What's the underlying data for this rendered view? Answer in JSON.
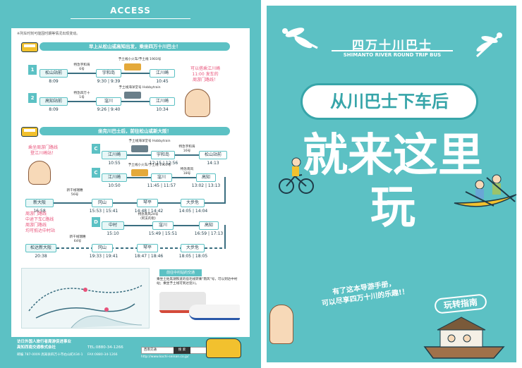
{
  "left": {
    "access_title": "ACCESS",
    "note": "※列车时刻可能因时期等情况出现变动。",
    "banner1": "早上从松山或高知出发，乘坐四万十川巴士！",
    "banner2": "坐完川巴士后，前往松山或新大阪！",
    "route1": {
      "num": "1",
      "start": "松山站前",
      "start_time": "8:09",
      "mid_small": "特急宇和海\n6号",
      "station1": "宇和岛",
      "station1_time": "9:30 | 9:39",
      "train_label": "予土线小火车/予土线 1903号",
      "station2": "江川崎",
      "station2_time": "10:45"
    },
    "route2": {
      "num": "2",
      "start": "高知站前",
      "start_time": "8:09",
      "mid_small": "特急四万十\n1号",
      "station1": "窪川",
      "station1_time": "9:26 | 9:40",
      "train_label": "予土线海洋堂号 Hobbytrain",
      "station2": "江川崎",
      "station2_time": "10:34"
    },
    "note_right": "可以搭乘江川崎\n11:00 发车的\n周游门路线！",
    "route_c1": {
      "label": "C",
      "start": "江川崎",
      "start_time": "10:55",
      "train_label": "予土线海洋堂号 Hobbytrain",
      "station1": "宇和岛",
      "station1_time": "12:15 | 12:56",
      "small": "特急宇和海\n16号",
      "station2": "松山站前",
      "station2_time": "14:13"
    },
    "route_c2": {
      "label": "C",
      "start": "江川崎",
      "start_time": "10:50",
      "train_label": "予土线小火车/予土线 1903号",
      "station1": "窪川",
      "station1_time": "11:45 | 11:57",
      "small": "特急南风\n18号",
      "station2": "高知",
      "station2_time": "13:02 | 13:13"
    },
    "note_left": "乘坐周游门路线\n登江川崎站！",
    "route_c3": {
      "end": "新大阪",
      "end_time": "16:58",
      "small_a": "新干线瑞穗\n56号",
      "station1": "冈山",
      "station1_time": "15:53 | 15:41",
      "station2": "琴平",
      "station2_time": "14:48 | 14:42",
      "station3": "大步危",
      "station3_time": "14:05 | 14:04"
    },
    "note_left2": "周游门路线\n中途下车C路线\n周游门路线\n均可抵达中村站",
    "route_d1": {
      "label": "D",
      "start": "中村",
      "start_time": "15:10",
      "small": "特急南风24号\n（阿支的街）",
      "station1": "窪川",
      "station1_time": "15:49 | 15:51",
      "station2": "高知",
      "station2_time": "16:59 | 17:13"
    },
    "route_d2": {
      "end": "松达新大阪",
      "end_time": "20:38",
      "small": "新干线瑞穗\n64号",
      "station1": "冈山",
      "station1_time": "19:33 | 19:41",
      "station2": "琴平",
      "station2_time": "18:47 | 18:46",
      "station3": "大步危",
      "station3_time": "18:05 | 18:05"
    },
    "map_caption": "前往中村站的交通",
    "map_text": "乘坐土佐黑潮铁道的宿毛线转乘\"南风\"号，可以到达中村站；乘坐予土线可到达窪川。",
    "bottom": {
      "org1": "访日外国人旅行者周游促进事业",
      "org2": "高知西南交通株式会社",
      "tel": "TEL:0880-34-1266",
      "address": "邮编 787-0009 高知县四万十市右山町434-1",
      "fax": "FAX:0880-34-1266",
      "web_label": "西南交通",
      "web_search": "搜 索",
      "url": "http://www.kochi-seinan.co.jp/"
    }
  },
  "right": {
    "title": "四万十川巴士",
    "subtitle": "SHIMANTO RIVER ROUND TRIP BUS",
    "pill": "从川巴士下车后",
    "big1": "就来这里",
    "big2": "玩",
    "enjoy": "有了这本导游手册，\n可以尽享四万十川的乐趣!！",
    "guide": "玩转指南"
  },
  "colors": {
    "teal": "#5cc1c4",
    "dark_teal": "#37a5a9",
    "navy": "#1f3b48",
    "yellow": "#f2c12e",
    "pink": "#e8537a"
  }
}
